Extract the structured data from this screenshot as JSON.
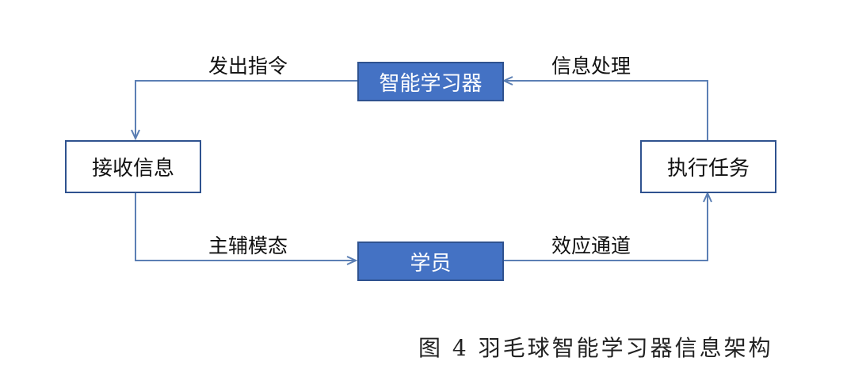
{
  "nodes": {
    "learner_device": "智能学习器",
    "receive_info": "接收信息",
    "execute_task": "执行任务",
    "student": "学员"
  },
  "edges": {
    "issue_command": "发出指令",
    "info_processing": "信息处理",
    "main_aux_modality": "主辅模态",
    "effect_channel": "效应通道"
  },
  "caption": "图 4 羽毛球智能学习器信息架构",
  "colors": {
    "node_fill": "#4472c4",
    "node_border": "#2f528f",
    "connector": "#5b7fb4"
  }
}
